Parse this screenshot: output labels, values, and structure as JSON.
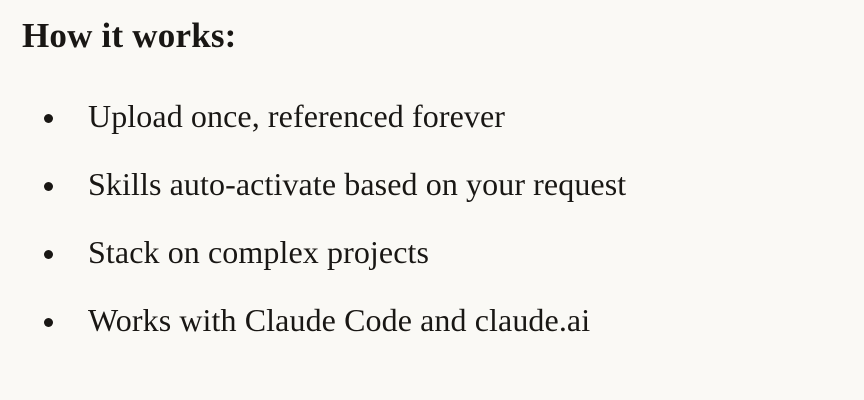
{
  "page": {
    "background_color": "#faf9f5",
    "text_color": "#191714"
  },
  "content": {
    "heading": "How it works:",
    "list": {
      "items": [
        {
          "label": "Upload once, referenced forever"
        },
        {
          "label": "Skills auto-activate based on your request"
        },
        {
          "label": "Stack on complex projects"
        },
        {
          "label": "Works with Claude Code and claude.ai"
        }
      ]
    }
  }
}
